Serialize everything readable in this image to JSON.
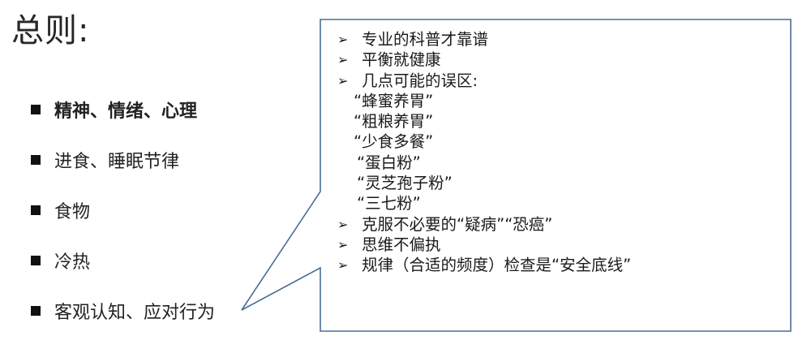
{
  "title": "总则:",
  "bullets": [
    {
      "label": "精神、情绪、心理",
      "bold": true
    },
    {
      "label": "进食、睡眠节律",
      "bold": false
    },
    {
      "label": "食物",
      "bold": false
    },
    {
      "label": "冷热",
      "bold": false
    },
    {
      "label": "客观认知、应对行为",
      "bold": false
    }
  ],
  "callout": {
    "lines": [
      {
        "text": "专业的科普才靠谱",
        "kind": "arrow"
      },
      {
        "text": "平衡就健康",
        "kind": "arrow"
      },
      {
        "text": "几点可能的误区:",
        "kind": "arrow"
      },
      {
        "text": "“蜂蜜养胃”",
        "kind": "sub"
      },
      {
        "text": "“粗粮养胃”",
        "kind": "sub"
      },
      {
        "text": "“少食多餐”",
        "kind": "sub"
      },
      {
        "text": "“蛋白粉”",
        "kind": "sub-deep"
      },
      {
        "text": "“灵芝孢子粉”",
        "kind": "sub-deep"
      },
      {
        "text": "“三七粉”",
        "kind": "sub-deep"
      },
      {
        "text": "克服不必要的“疑病”“恐癌”",
        "kind": "arrow"
      },
      {
        "text": "思维不偏执",
        "kind": "arrow"
      },
      {
        "text": "规律（合适的频度）检查是“安全底线”",
        "kind": "arrow"
      }
    ]
  },
  "icons": {
    "bullet": "square-bullet-icon",
    "arrow": "arrowhead-bullet-icon"
  }
}
